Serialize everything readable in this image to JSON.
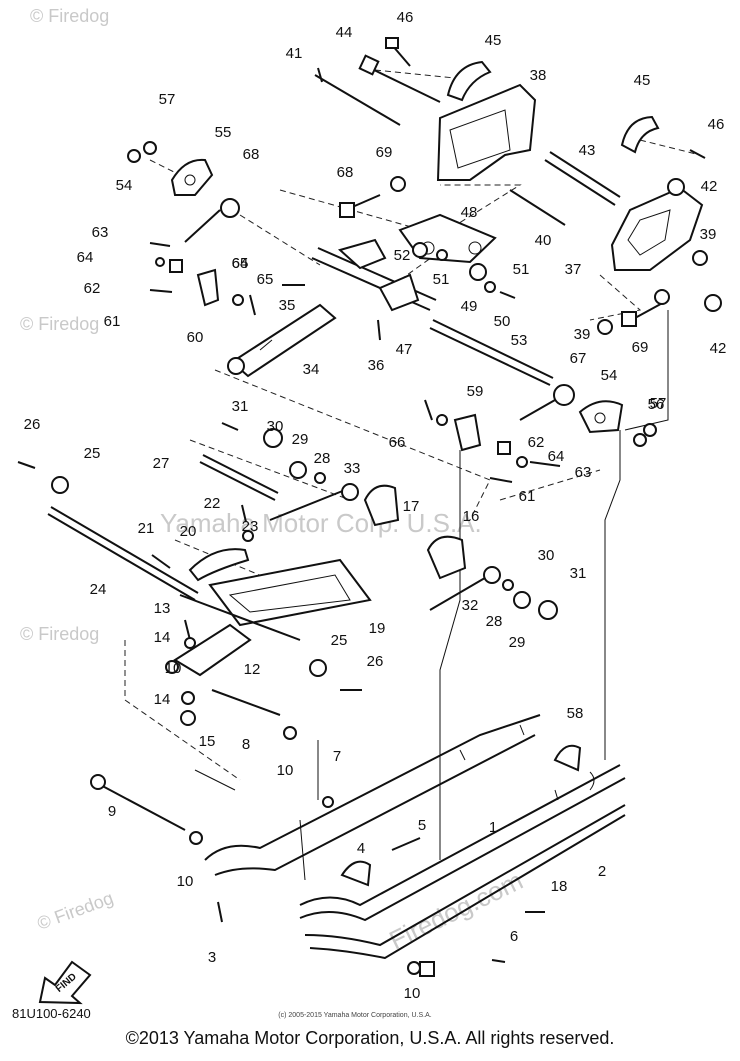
{
  "watermarks": {
    "site_main": "Firedog.com",
    "brand_main": "Yamaha Motor Corp. U.S.A.",
    "site_small": "© Firedog"
  },
  "diagram": {
    "part_code": "81U100-6240",
    "find_label": "FIND",
    "small_copyright": "(c) 2005-2015 Yamaha Motor Corporation, U.S.A.",
    "callouts": [
      "1",
      "2",
      "3",
      "4",
      "5",
      "6",
      "7",
      "8",
      "9",
      "10",
      "10",
      "10",
      "10",
      "12",
      "13",
      "14",
      "14",
      "15",
      "16",
      "17",
      "18",
      "19",
      "20",
      "21",
      "22",
      "23",
      "24",
      "25",
      "25",
      "26",
      "26",
      "27",
      "28",
      "28",
      "29",
      "29",
      "30",
      "30",
      "31",
      "31",
      "32",
      "33",
      "34",
      "35",
      "36",
      "37",
      "38",
      "39",
      "39",
      "40",
      "41",
      "42",
      "42",
      "43",
      "44",
      "45",
      "45",
      "46",
      "46",
      "47",
      "48",
      "49",
      "50",
      "51",
      "51",
      "52",
      "53",
      "54",
      "54",
      "55",
      "56",
      "57",
      "57",
      "58",
      "59",
      "60",
      "61",
      "61",
      "62",
      "62",
      "63",
      "63",
      "64",
      "64",
      "64",
      "65",
      "65",
      "66",
      "67",
      "68",
      "68",
      "69",
      "69"
    ]
  },
  "footer": {
    "copyright": "©2013 Yamaha Motor Corporation, U.S.A. All rights reserved."
  }
}
